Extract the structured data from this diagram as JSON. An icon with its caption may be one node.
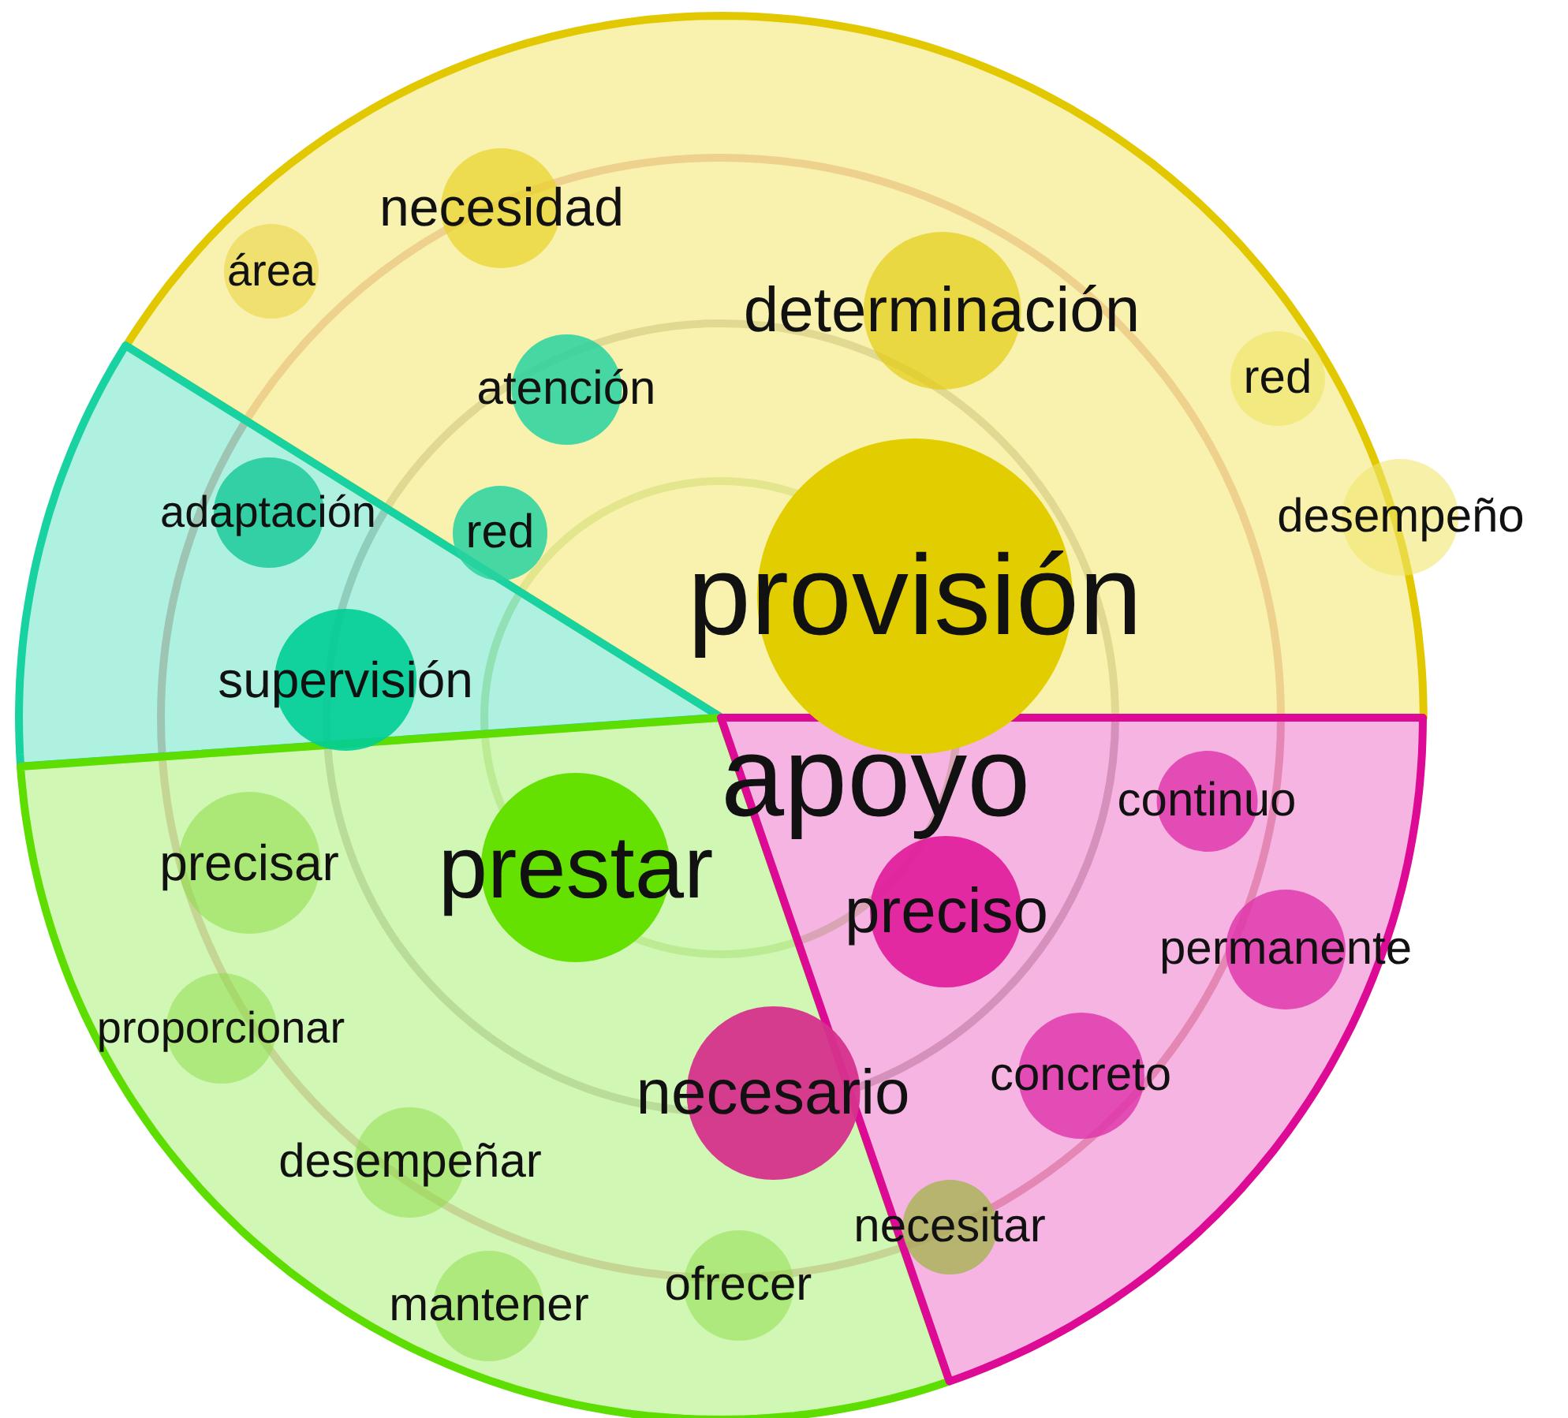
{
  "diagram": {
    "nodes": [
      {
        "text": [],
        "shape": "wedge"
      },
      {
        "text": [
          "área"
        ],
        "in": 0
      },
      {
        "text": [
          "necesidad"
        ],
        "in": 0
      },
      {
        "text": [
          "determinación"
        ],
        "in": 0
      },
      {
        "text": [
          "atención"
        ],
        "in": 0
      },
      {
        "text": [
          "red"
        ],
        "in": 0
      },
      {
        "text": [
          "red"
        ],
        "in": 0
      },
      {
        "text": [
          "desempeño"
        ],
        "in": 0
      },
      {
        "text": [
          "provisión"
        ],
        "in": 0
      },
      {
        "text": [],
        "shape": "wedge"
      },
      {
        "text": [
          "adaptación"
        ],
        "in": 9
      },
      {
        "text": [
          "supervisión"
        ],
        "in": 9
      },
      {
        "text": [],
        "shape": "wedge"
      },
      {
        "text": [
          "precisar"
        ],
        "in": 12
      },
      {
        "text": [
          "prestar"
        ],
        "in": 12
      },
      {
        "text": [
          "proporcionar"
        ],
        "in": 12
      },
      {
        "text": [
          "desempeñar"
        ],
        "in": 12
      },
      {
        "text": [
          "necesario"
        ],
        "in": 12
      },
      {
        "text": [
          "mantener"
        ],
        "in": 12
      },
      {
        "text": [
          "ofrecer"
        ],
        "in": 12
      },
      {
        "text": [],
        "shape": "wedge"
      },
      {
        "text": [
          "continuo"
        ],
        "in": 20
      },
      {
        "text": [
          "preciso"
        ],
        "in": 20
      },
      {
        "text": [
          "permanente"
        ],
        "in": 20
      },
      {
        "text": [
          "concreto"
        ],
        "in": 20
      },
      {
        "text": [
          "necesitar"
        ],
        "in": 20
      }
    ],
    "labels": [
      "apoyo"
    ]
  }
}
